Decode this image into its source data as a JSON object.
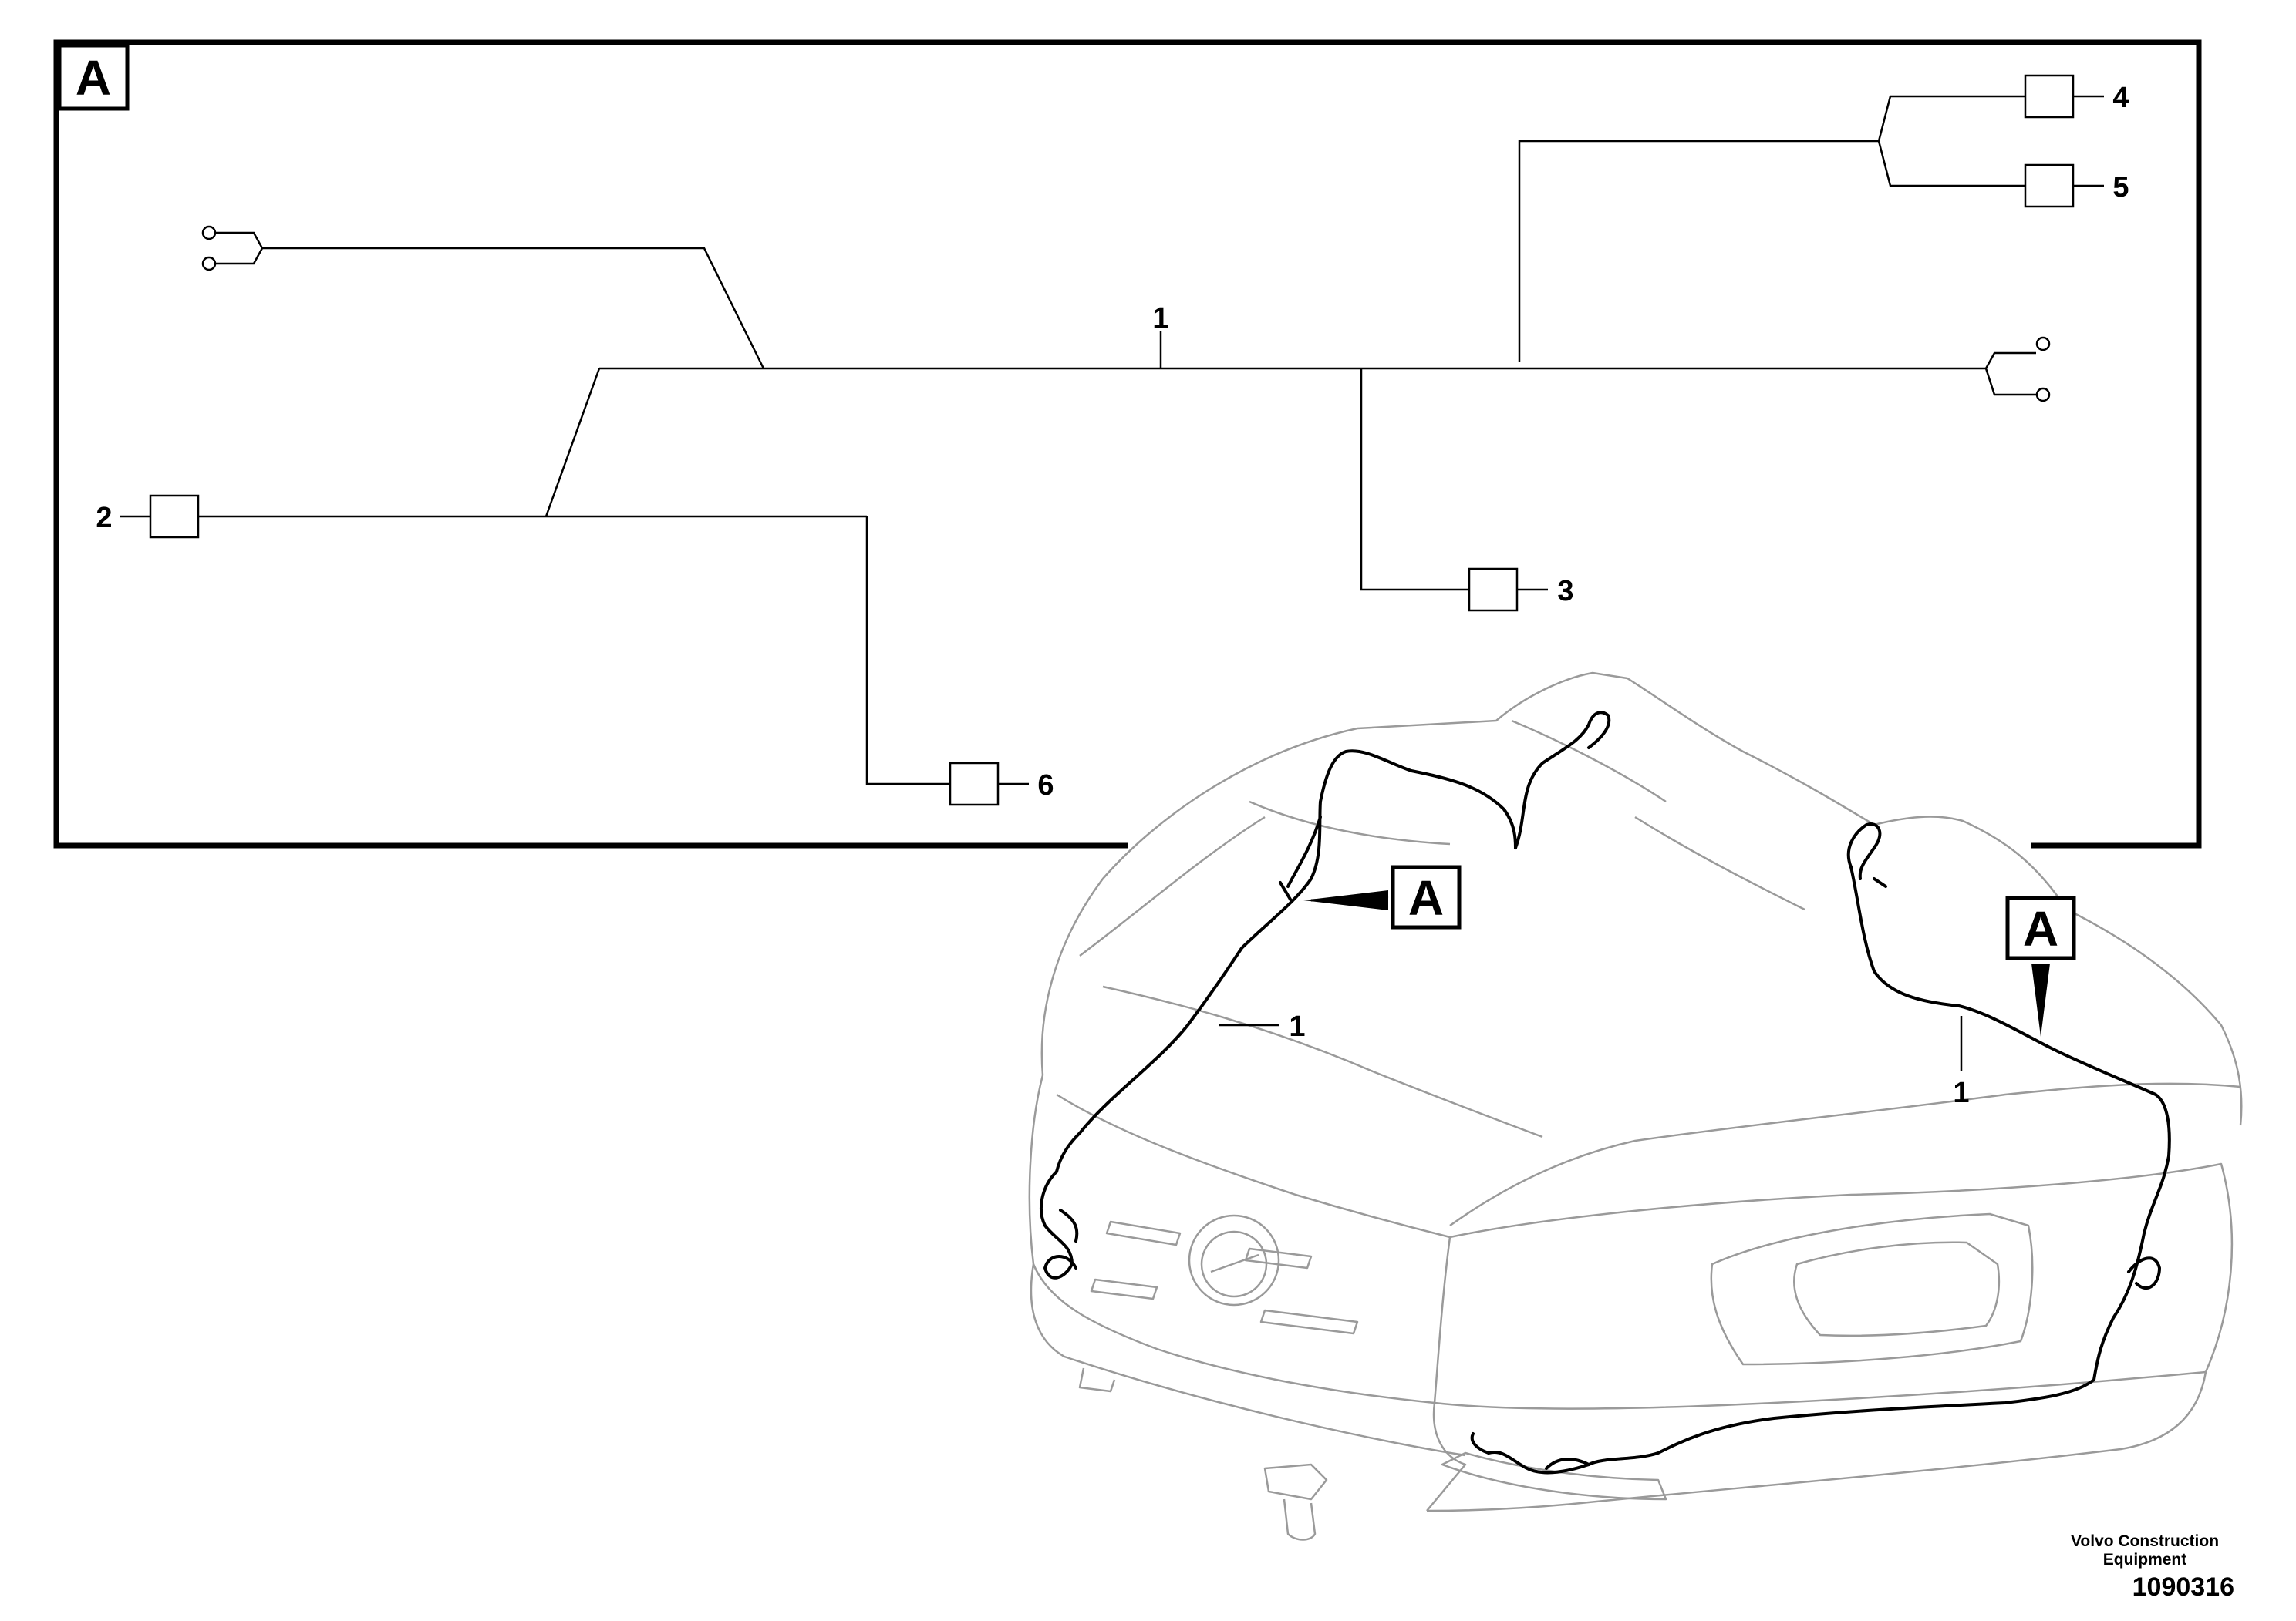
{
  "view_label": "A",
  "callouts": {
    "harness": "1",
    "p2": "2",
    "p3": "3",
    "p4": "4",
    "p5": "5",
    "p6": "6"
  },
  "caption": {
    "company": "Volvo Construction Equipment",
    "drawing_number": "1090316"
  }
}
